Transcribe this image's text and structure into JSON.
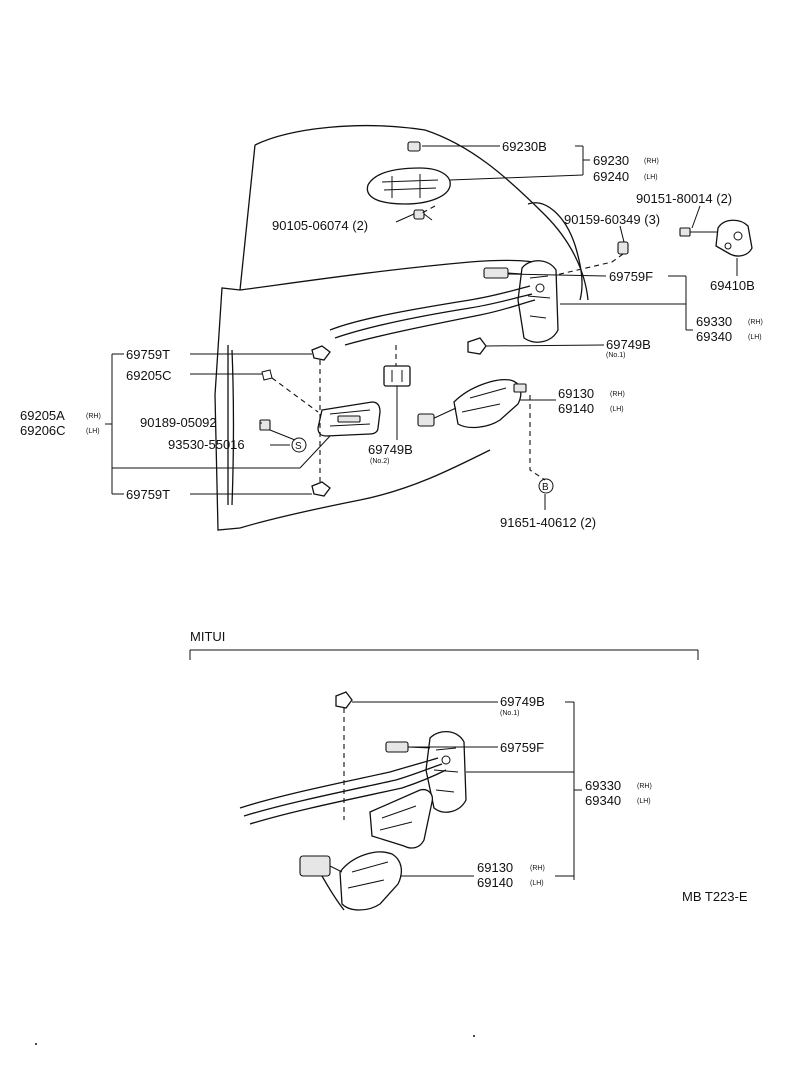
{
  "labels": {
    "p69230b": "69230B",
    "p69230": "69230",
    "p69230_sub": "(RH)",
    "p69240": "69240",
    "p69240_sub": "(LH)",
    "p90105": "90105-06074 (2)",
    "p90151": "90151-80014 (2)",
    "p90159": "90159-60349 (3)",
    "p69410b": "69410B",
    "p69759f": "69759F",
    "p69330": "69330",
    "p69330_sub": "(RH)",
    "p69340": "69340",
    "p69340_sub": "(LH)",
    "p69749b_no1": "69749B",
    "p69749b_no1_sub": "(No.1)",
    "p69759t_top": "69759T",
    "p69205c": "69205C",
    "p69205a": "69205A",
    "p69205a_sub": "(RH)",
    "p69206c": "69206C",
    "p69206c_sub": "(LH)",
    "p90189": "90189-05092",
    "p93530": "93530-55016",
    "symbol_s": "S",
    "p69130": "69130",
    "p69130_sub": "(RH)",
    "p69140": "69140",
    "p69140_sub": "(LH)",
    "p69749b_no2": "69749B",
    "p69749b_no2_sub": "(No.2)",
    "symbol_b": "B",
    "p91651": "91651-40612 (2)",
    "p69759t_bottom": "69759T"
  },
  "mitui": {
    "header": "MITUI",
    "p69749b": "69749B",
    "p69749b_sub": "(No.1)",
    "p69759f": "69759F",
    "p69330": "69330",
    "p69330_sub": "(RH)",
    "p69340": "69340",
    "p69340_sub": "(LH)",
    "p69130": "69130",
    "p69130_sub": "(RH)",
    "p69140": "69140",
    "p69140_sub": "(LH)"
  },
  "footer": {
    "code": "MB T223-E"
  }
}
